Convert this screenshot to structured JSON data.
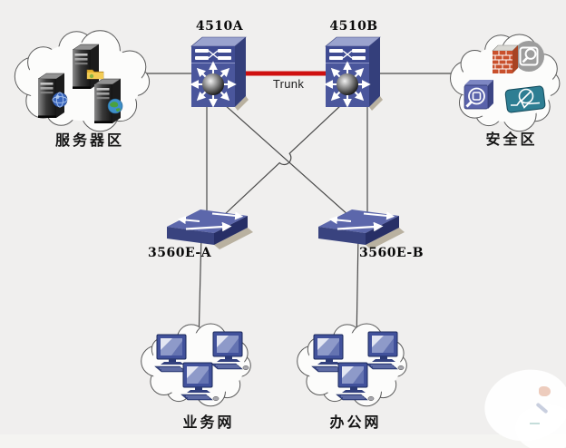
{
  "diagram": {
    "type": "network-topology",
    "labels": {
      "core_switch_a": "4510A",
      "core_switch_b": "4510B",
      "access_switch_a": "3560E-A",
      "access_switch_b": "3560E-B",
      "server_zone": "服务器区",
      "security_zone": "安全区",
      "business_network": "业务网",
      "office_network": "办公网",
      "trunk_link": "Trunk"
    },
    "edges": [
      {
        "from": "server_zone",
        "to": "core_switch_a"
      },
      {
        "from": "core_switch_a",
        "to": "core_switch_b",
        "label": "Trunk",
        "style": "trunk"
      },
      {
        "from": "core_switch_b",
        "to": "security_zone"
      },
      {
        "from": "core_switch_a",
        "to": "access_switch_a"
      },
      {
        "from": "core_switch_a",
        "to": "access_switch_b"
      },
      {
        "from": "core_switch_b",
        "to": "access_switch_a"
      },
      {
        "from": "core_switch_b",
        "to": "access_switch_b"
      },
      {
        "from": "access_switch_a",
        "to": "business_network"
      },
      {
        "from": "access_switch_b",
        "to": "office_network"
      }
    ],
    "colors": {
      "trunk_link": "#cf1010",
      "switch_body": "#4a569c",
      "connection_line": "#4a4a4a",
      "background": "#f0efee"
    }
  }
}
